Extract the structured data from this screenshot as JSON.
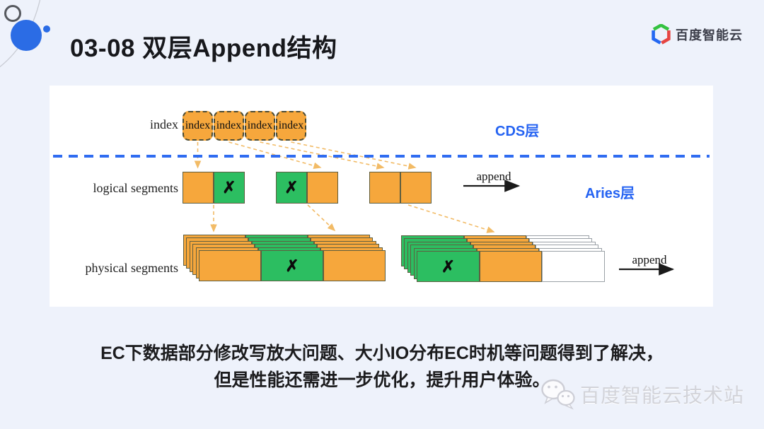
{
  "slide": {
    "title": "03-08 双层Append结构",
    "brand": {
      "name": "百度智能云"
    },
    "watermark": {
      "text": "百度智能云技术站"
    },
    "footer": {
      "line1": "EC下数据部分修改写放大问题、大小IO分布EC时机等问题得到了解决，",
      "line2": "但是性能还需进一步优化，提升用户体验。"
    }
  },
  "diagram": {
    "cross_mark": "✗",
    "layer_labels": {
      "cds": "CDS层",
      "aries": "Aries层"
    },
    "index_row": {
      "label": "index",
      "boxes": [
        "index",
        "index",
        "index",
        "index"
      ]
    },
    "logical_row": {
      "label": "logical segments",
      "append_label": "append",
      "groups": [
        [
          "orange",
          "green-crossed"
        ],
        [
          "green-crossed",
          "orange"
        ],
        [
          "orange",
          "orange"
        ]
      ]
    },
    "physical_row": {
      "label": "physical segments",
      "append_label": "append",
      "stack_depth": 6,
      "stacks": [
        [
          "orange",
          "green-crossed",
          "orange"
        ],
        [
          "green-crossed",
          "orange",
          "empty"
        ]
      ]
    },
    "colors": {
      "segment_orange": "#F6A73C",
      "segment_green": "#2CBE61",
      "segment_empty": "#FFFFFF",
      "layer_label_blue": "#2563F2",
      "divider_blue": "#2F6CF1",
      "connector_orange": "#F2BB66",
      "arrow_black": "#1A1A1A"
    }
  }
}
